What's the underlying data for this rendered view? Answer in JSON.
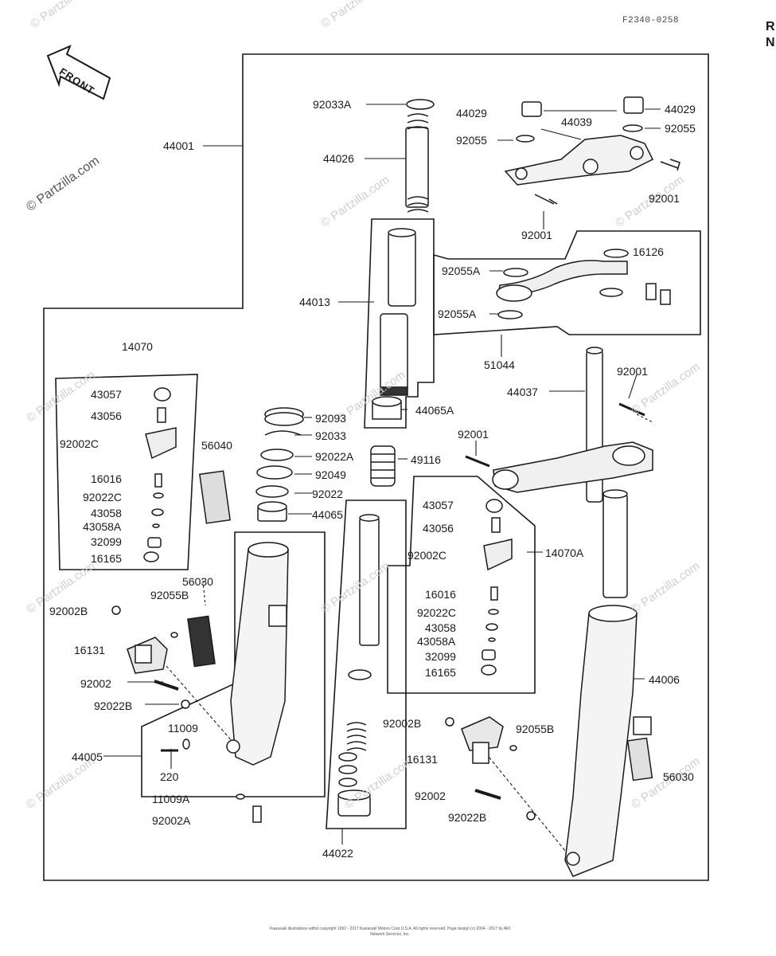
{
  "diagram": {
    "figure_code": "F2340-0258",
    "front_arrow_label": "FRONT",
    "side_cut_letters": [
      "R",
      "N"
    ],
    "watermark": "© Partzilla.com",
    "footer_notice": "Kawasaki illustrations within copyright 1992 - 2017 Kawasaki Motors Corp U.S.A. All rights reserved. Page design (c) 2004 - 2017 by ARI Network Services, Inc."
  },
  "callouts": {
    "c44001": "44001",
    "c92033A": "92033A",
    "c44026": "44026",
    "c44013": "44013",
    "c44029_l": "44029",
    "c44029_r": "44029",
    "c44039": "44039",
    "c92055_l": "92055",
    "c92055_r": "92055",
    "c92001_a": "92001",
    "c92001_b": "92001",
    "c92055A_a": "92055A",
    "c92055A_b": "92055A",
    "c16126": "16126",
    "c51044": "51044",
    "c14070": "14070",
    "c43057_l": "43057",
    "c43056_l": "43056",
    "c92002C_l": "92002C",
    "c16016_l": "16016",
    "c92022C_l": "92022C",
    "c43058_l": "43058",
    "c43058A_l": "43058A",
    "c32099_l": "32099",
    "c16165_l": "16165",
    "c56040": "56040",
    "c92093": "92093",
    "c92033": "92033",
    "c92022A": "92022A",
    "c92049": "92049",
    "c92022": "92022",
    "c44065": "44065",
    "c44065A": "44065A",
    "c49116": "49116",
    "c92001_c": "92001",
    "c44037": "44037",
    "c92001_d": "92001",
    "c43057_r": "43057",
    "c43056_r": "43056",
    "c92002C_r": "92002C",
    "c14070A": "14070A",
    "c16016_r": "16016",
    "c92022C_r": "92022C",
    "c43058_r": "43058",
    "c43058A_r": "43058A",
    "c32099_r": "32099",
    "c16165_r": "16165",
    "c56030_l": "56030",
    "c92055B_l": "92055B",
    "c92002B_l": "92002B",
    "c16131_l": "16131",
    "c92002_l": "92002",
    "c92022B_l": "92022B",
    "c11009": "11009",
    "c44005": "44005",
    "c220": "220",
    "c11009A": "11009A",
    "c92002A": "92002A",
    "c44022": "44022",
    "c44006": "44006",
    "c92002B_r": "92002B",
    "c92055B_r": "92055B",
    "c16131_r": "16131",
    "c56030_r": "56030",
    "c92002_r": "92002",
    "c92022B_r": "92022B"
  }
}
